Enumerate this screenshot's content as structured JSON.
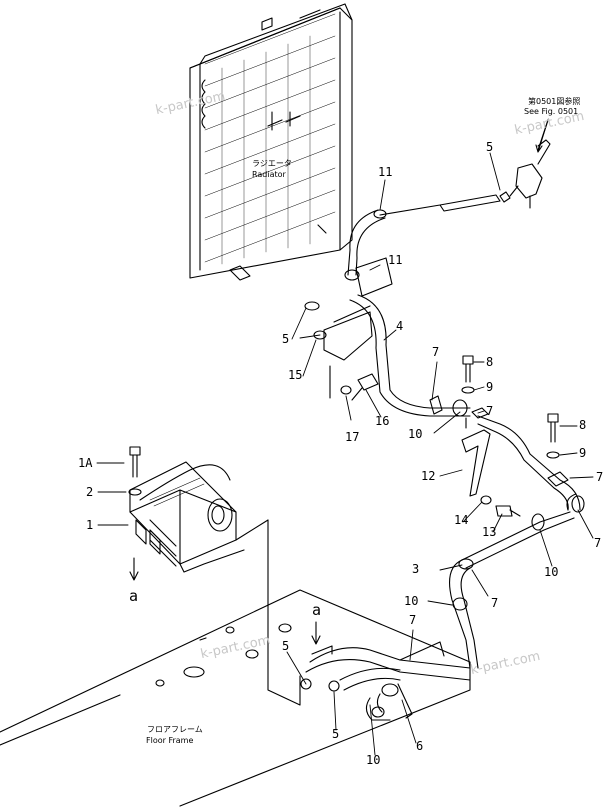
{
  "watermark": "k-part.com",
  "captions": {
    "radiator_jp": "ラジエータ",
    "radiator_en": "Radiator",
    "see_fig_jp": "第0501図参照",
    "see_fig_en": "See Fig. 0501",
    "floor_jp": "フロアフレーム",
    "floor_en": "Floor Frame"
  },
  "callouts": {
    "c1A": "1A",
    "c1": "1",
    "c2": "2",
    "c3": "3",
    "c4": "4",
    "c5a": "5",
    "c5b": "5",
    "c5c": "5",
    "c5d": "5",
    "c6": "6",
    "c7a": "7",
    "c7b": "7",
    "c7c": "7",
    "c7d": "7",
    "c7e": "7",
    "c7f": "7",
    "c8a": "8",
    "c8b": "8",
    "c9a": "9",
    "c9b": "9",
    "c10a": "10",
    "c10b": "10",
    "c10c": "10",
    "c10d": "10",
    "c11a": "11",
    "c11b": "11",
    "c12": "12",
    "c13": "13",
    "c14": "14",
    "c15": "15",
    "c16": "16",
    "c17": "17",
    "ca1": "a",
    "ca2": "a"
  }
}
